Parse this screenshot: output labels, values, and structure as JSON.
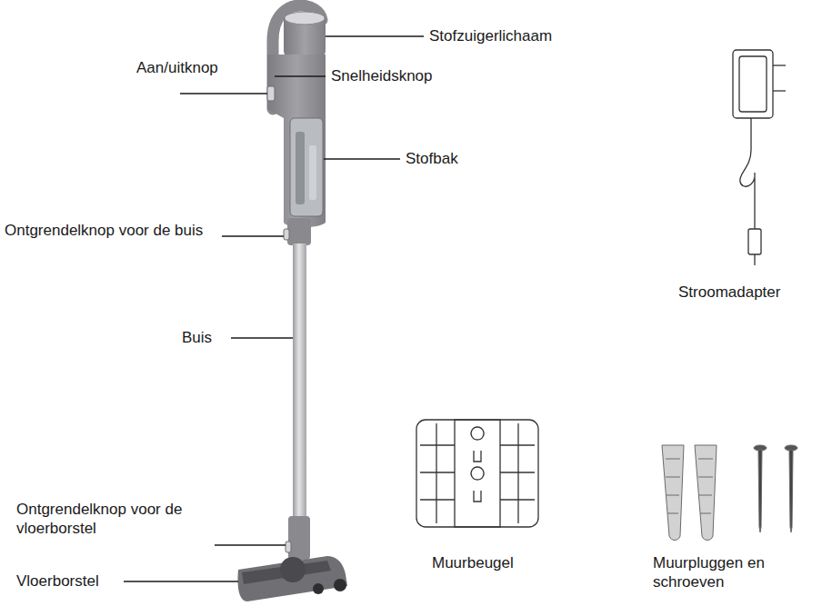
{
  "diagram": {
    "labels": [
      "Stofzuigerlichaam",
      "Aan/uitknop",
      "Snelheidsknop",
      "Stofbak",
      "Ontgrendelknop voor de buis",
      "Buis",
      "Ontgrendelknop voor de vloerborstel",
      "Vloerborstel",
      "Stroomadapter",
      "Muurbeugel",
      "Muurpluggen en schroeven"
    ]
  }
}
